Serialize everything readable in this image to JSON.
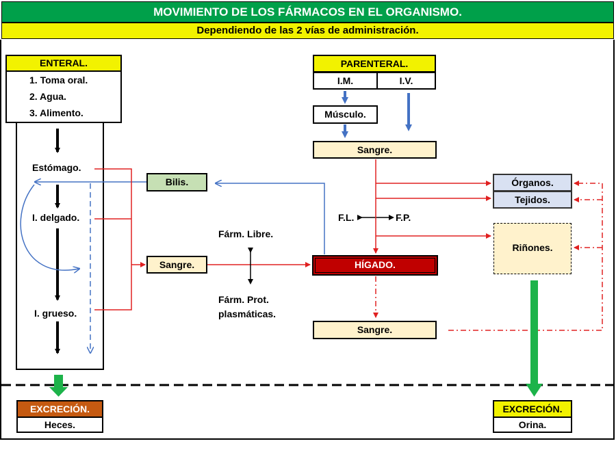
{
  "title": "MOVIMIENTO DE LOS FÁRMACOS EN EL ORGANISMO.",
  "subtitle": "Dependiendo de las 2 vías de administración.",
  "enteral": {
    "header": "ENTERAL.",
    "items": [
      "1. Toma oral.",
      "2. Agua.",
      "3. Alimento."
    ],
    "stomach": "Estómago.",
    "small_intestine": "I. delgado.",
    "large_intestine": "I. grueso."
  },
  "parenteral": {
    "header": "PARENTERAL.",
    "im": "I.M.",
    "iv": "I.V.",
    "muscle": "Músculo.",
    "blood": "Sangre."
  },
  "bile": "Bilis.",
  "blood_mid": "Sangre.",
  "liver": "HÍGADO.",
  "blood_bottom": "Sangre.",
  "free_drug": "Fárm. Libre.",
  "bound_drug": "Fárm. Prot. plasmáticas.",
  "fl": "F.L.",
  "fp": "F.P.",
  "organs": "Órganos.",
  "tissues": "Tejidos.",
  "kidneys": "Riñones.",
  "excretion_left": {
    "header": "EXCRECIÓN.",
    "value": "Heces."
  },
  "excretion_right": {
    "header": "EXCRECIÓN.",
    "value": "Orina."
  },
  "colors": {
    "title_bg": "#00a04a",
    "subtitle_bg": "#f2f200",
    "header_yellow": "#f2f200",
    "blood_bg": "#fff2cc",
    "bile_bg": "#c6e0b4",
    "organ_bg": "#d9e1f2",
    "liver_bg": "#c00000",
    "excretion_orange": "#c55a11",
    "arrow_red": "#e02020",
    "arrow_blue": "#4472c4",
    "arrow_green": "#1db34a"
  }
}
